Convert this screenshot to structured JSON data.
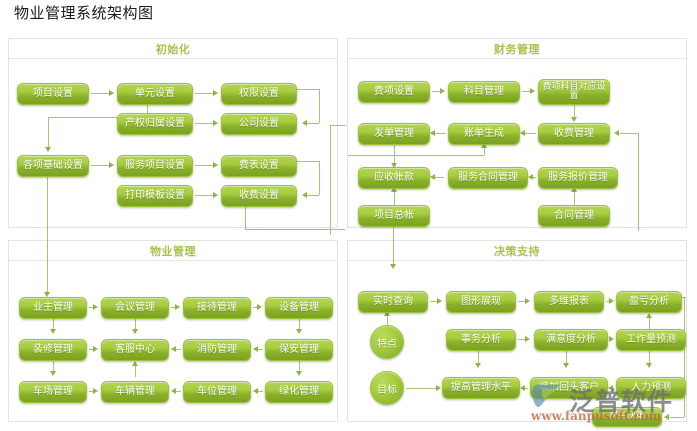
{
  "page": {
    "title": "物业管理系统架构图",
    "accent_color": "#a6c34d",
    "node_color": "#9bc23b",
    "line_color": "#a9c46e",
    "background": "#ffffff"
  },
  "panels": {
    "init": {
      "title": "初始化",
      "nodes": [
        {
          "label": "项目设置"
        },
        {
          "label": "单元设置"
        },
        {
          "label": "权限设置"
        },
        {
          "label": "产权归属设置"
        },
        {
          "label": "公司设置"
        },
        {
          "label": "各项基础设置"
        },
        {
          "label": "服务项目设置"
        },
        {
          "label": "费表设置"
        },
        {
          "label": "打印模板设置"
        },
        {
          "label": "收费设置"
        }
      ]
    },
    "finance": {
      "title": "财务管理",
      "nodes": [
        {
          "label": "费项设置"
        },
        {
          "label": "科目管理"
        },
        {
          "label": "费项科目对应设置"
        },
        {
          "label": "发单管理"
        },
        {
          "label": "账单生成"
        },
        {
          "label": "收费管理"
        },
        {
          "label": "应收帐款"
        },
        {
          "label": "服务合同管理"
        },
        {
          "label": "服务报价管理"
        },
        {
          "label": "项目总帐"
        },
        {
          "label": "合同管理"
        }
      ]
    },
    "property": {
      "title": "物业管理",
      "nodes": [
        {
          "label": "业主管理"
        },
        {
          "label": "会议管理"
        },
        {
          "label": "接待管理"
        },
        {
          "label": "设备管理"
        },
        {
          "label": "装修管理"
        },
        {
          "label": "客服中心"
        },
        {
          "label": "消防管理"
        },
        {
          "label": "保安管理"
        },
        {
          "label": "车场管理"
        },
        {
          "label": "车辆管理"
        },
        {
          "label": "车位管理"
        },
        {
          "label": "绿化管理"
        }
      ]
    },
    "decision": {
      "title": "决策支持",
      "circles": [
        {
          "label": "特点"
        },
        {
          "label": "目标"
        }
      ],
      "nodes": [
        {
          "label": "实时查询"
        },
        {
          "label": "图形展现"
        },
        {
          "label": "多维报表"
        },
        {
          "label": "盈亏分析"
        },
        {
          "label": "事务分析"
        },
        {
          "label": "满意度分析"
        },
        {
          "label": "工作量预测"
        },
        {
          "label": "提高管理水平"
        },
        {
          "label": "增加回头客户"
        },
        {
          "label": "人力预测"
        },
        {
          "label": "财务决策"
        }
      ]
    }
  },
  "watermark": {
    "brand": "泛普软件",
    "url": "www.fanpusoft.com"
  }
}
